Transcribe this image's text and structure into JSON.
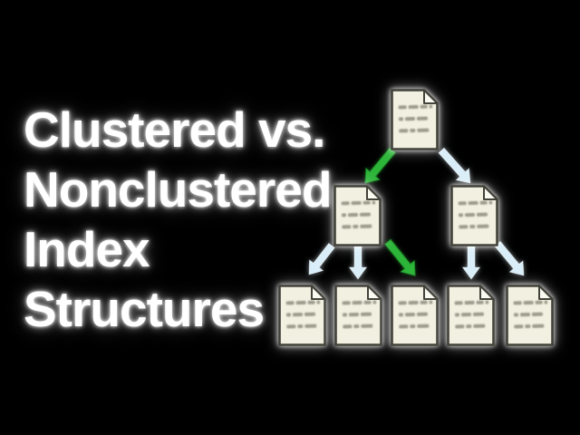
{
  "background_color": "#000000",
  "title": {
    "lines": [
      "Clustered vs.",
      "Nonclustered",
      "Index",
      "Structures"
    ],
    "color": "#ffffff"
  },
  "diagram": {
    "type": "tree",
    "node_kind": "document-page",
    "nodes": [
      {
        "id": "root",
        "level": 0
      },
      {
        "id": "i1",
        "level": 1
      },
      {
        "id": "i2",
        "level": 1
      },
      {
        "id": "l1",
        "level": 2
      },
      {
        "id": "l2",
        "level": 2
      },
      {
        "id": "l3",
        "level": 2
      },
      {
        "id": "l4",
        "level": 2
      },
      {
        "id": "l5",
        "level": 2
      }
    ],
    "edges": [
      {
        "from": "root",
        "to": "i1",
        "color": "green"
      },
      {
        "from": "root",
        "to": "i2",
        "color": "blue"
      },
      {
        "from": "i1",
        "to": "l1",
        "color": "blue"
      },
      {
        "from": "i1",
        "to": "l2",
        "color": "blue"
      },
      {
        "from": "i1",
        "to": "l3",
        "color": "green"
      },
      {
        "from": "i2",
        "to": "l4",
        "color": "blue"
      },
      {
        "from": "i2",
        "to": "l5",
        "color": "blue"
      }
    ],
    "colors": {
      "arrow_green": "#2db539",
      "arrow_blue": "#d9eef8",
      "paper_fill": "#f2f0e1",
      "paper_fold": "#fbfaf1",
      "paper_border": "#42423a",
      "paper_text": "#9d9c8d",
      "glow": "#ffffff",
      "background": "#000000",
      "title_color": "#ffffff"
    }
  }
}
